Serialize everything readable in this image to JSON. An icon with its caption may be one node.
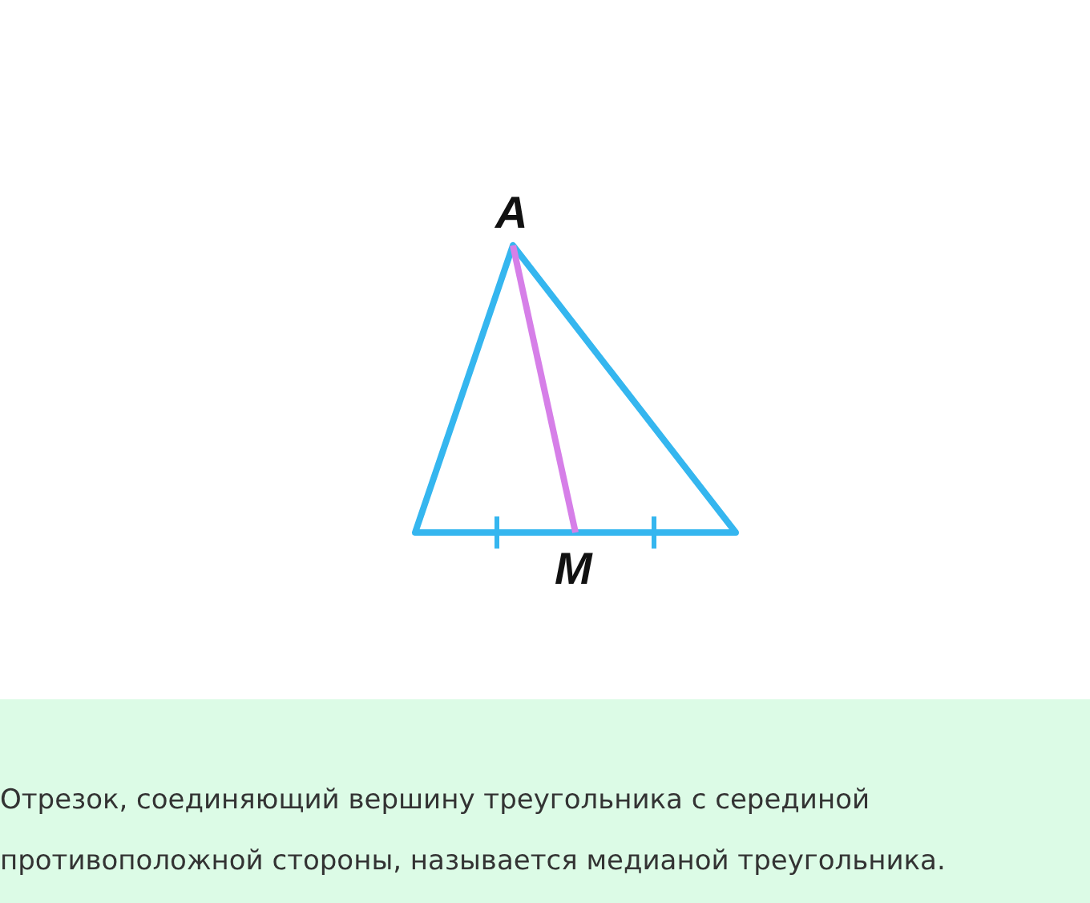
{
  "diagram": {
    "caption": "Отрезок, соединяющий вершину треугольника с серединой противоположной стороны, называется медианой треугольника.",
    "labels": [
      "A",
      "M"
    ]
  }
}
